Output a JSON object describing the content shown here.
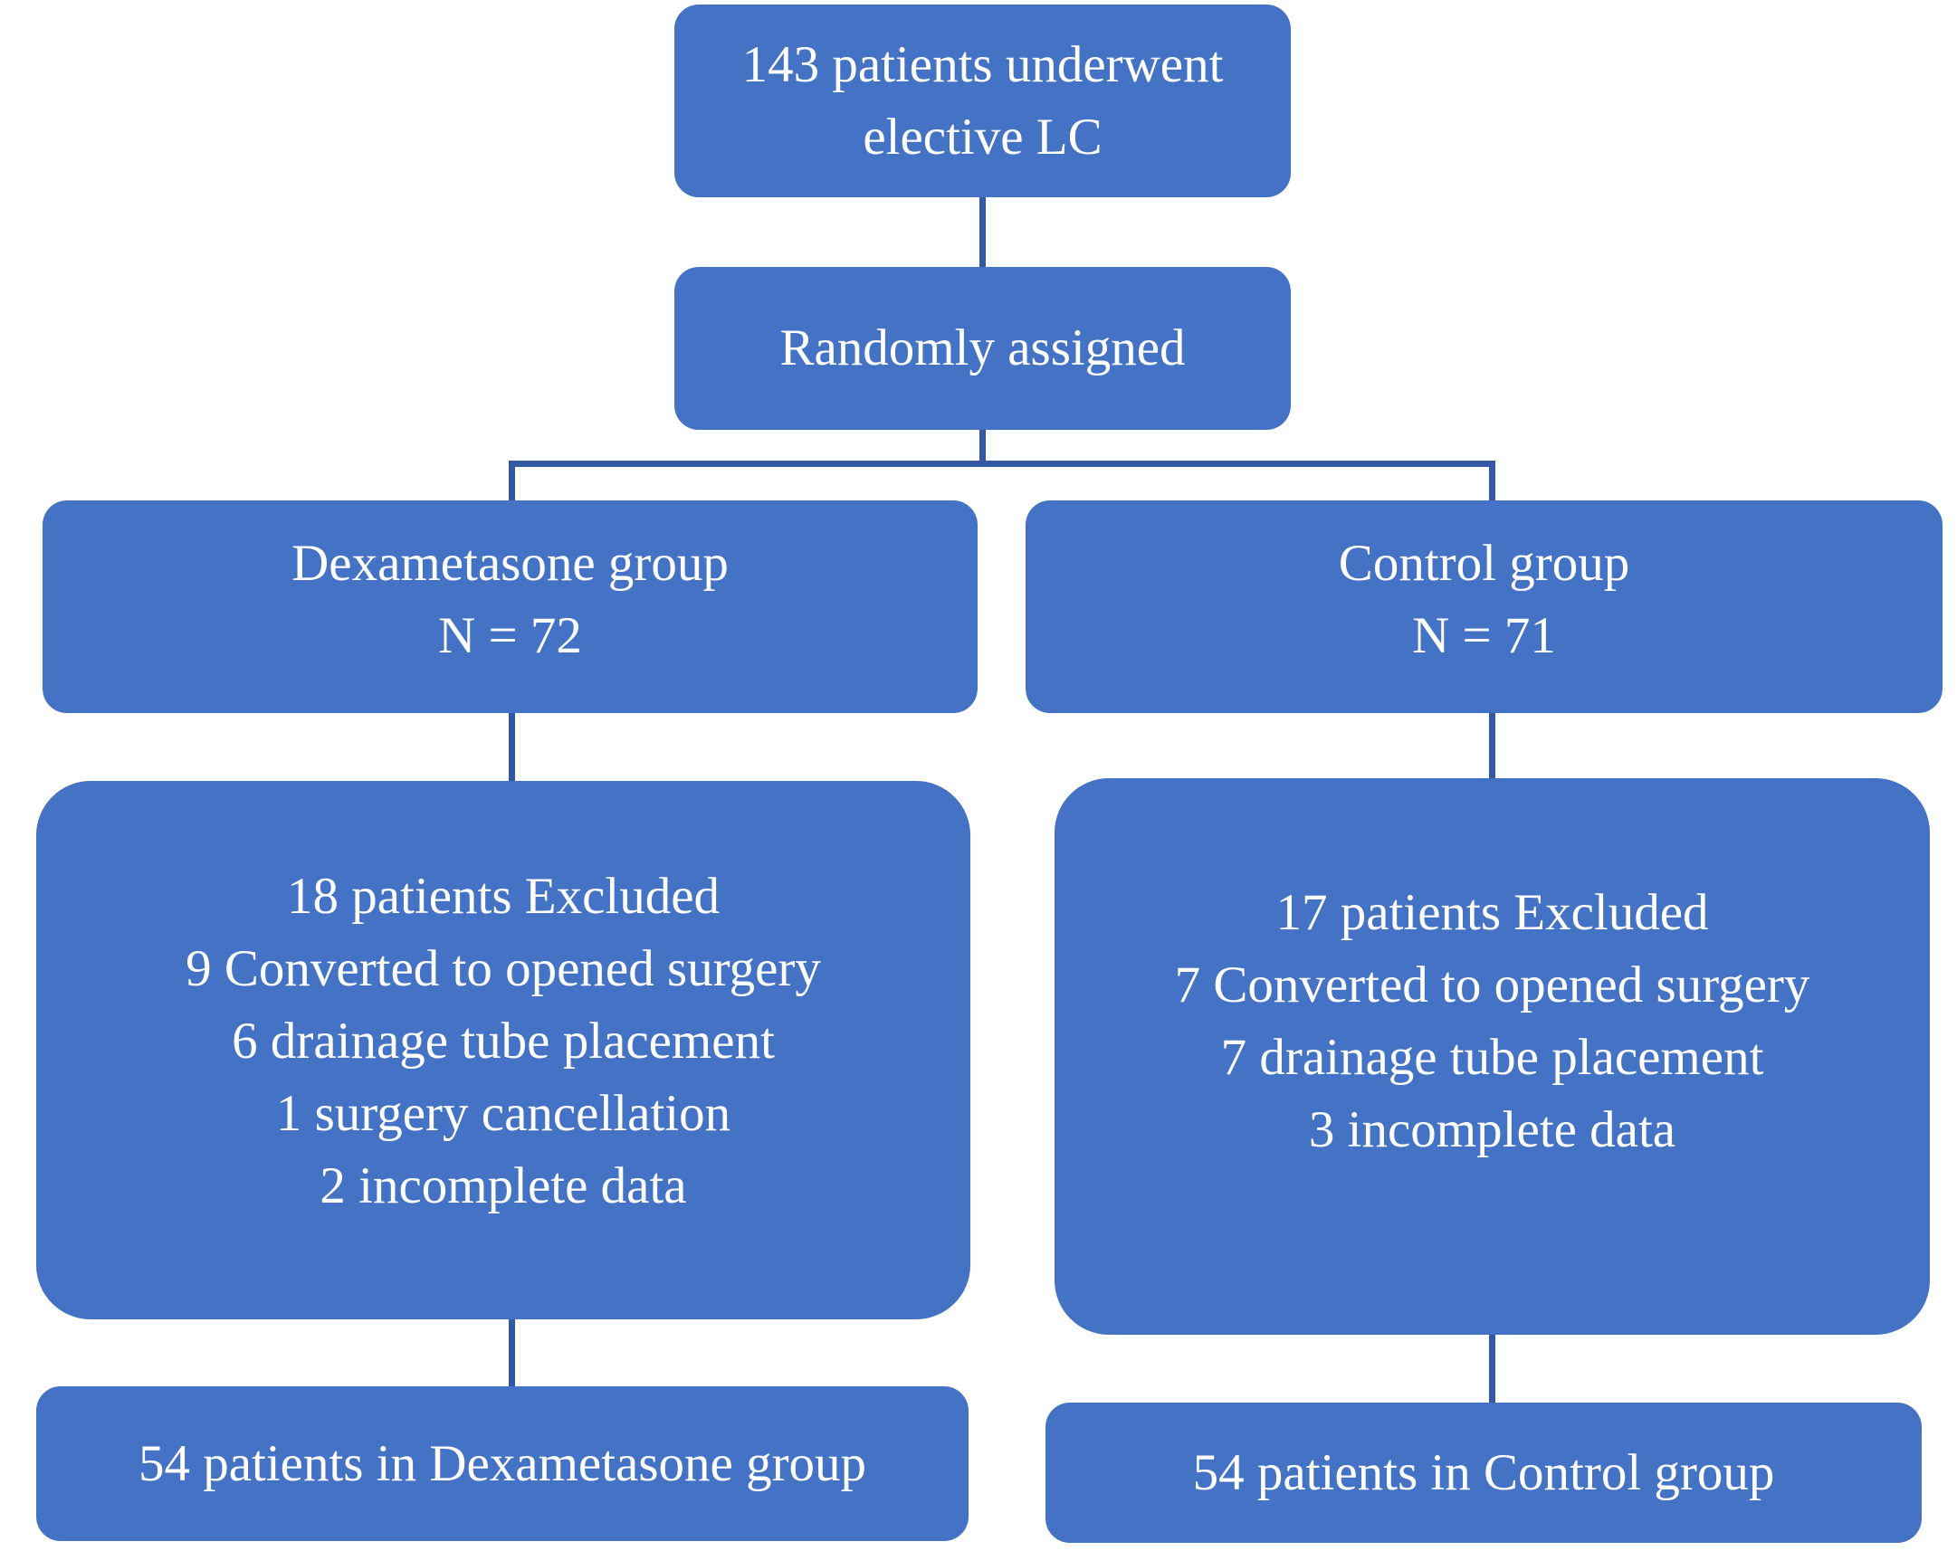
{
  "diagram": {
    "background_color": "#ffffff",
    "box_fill_color": "#4472C4",
    "text_color": "#ffffff",
    "connector_color": "#3459A4",
    "nodes": {
      "enrollment": {
        "lines": [
          "143 patients underwent",
          "elective LC"
        ]
      },
      "randomized": {
        "lines": [
          "Randomly assigned"
        ]
      },
      "dexa_group": {
        "lines": [
          "Dexametasone group",
          "N = 72"
        ]
      },
      "control_group": {
        "lines": [
          "Control group",
          "N = 71"
        ]
      },
      "dexa_excluded": {
        "lines": [
          "18 patients Excluded",
          "9 Converted to opened surgery",
          "6 drainage tube placement",
          "1 surgery cancellation",
          "2 incomplete data"
        ]
      },
      "control_excluded": {
        "lines": [
          "17 patients Excluded",
          "7 Converted to opened surgery",
          "7 drainage tube placement",
          "3 incomplete data"
        ]
      },
      "dexa_final": {
        "lines": [
          "54 patients in Dexametasone group"
        ]
      },
      "control_final": {
        "lines": [
          "54 patients in Control group"
        ]
      }
    }
  }
}
